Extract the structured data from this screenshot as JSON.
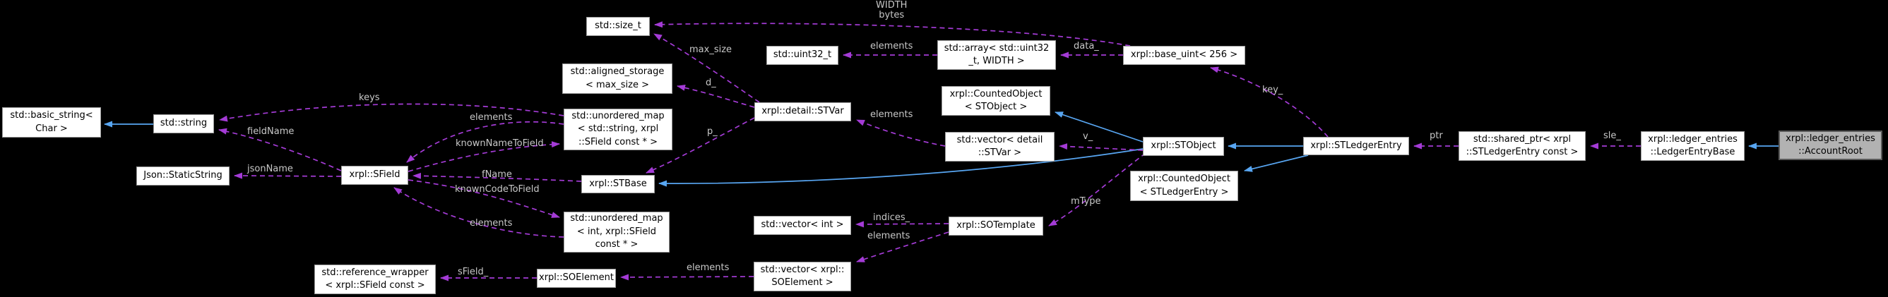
{
  "diagram": {
    "type": "collaboration-graph",
    "target_node": "xrpl::ledger_entries::AccountRoot"
  },
  "colors": {
    "background": "#000000",
    "node_fill": "#ffffff",
    "node_border": "#9a9a9a",
    "target_node_fill": "#b2b2b2",
    "inheritance_edge": "#58a6f2",
    "usage_edge": "#a43bd6",
    "edge_label_text": "#c8c8c8"
  },
  "nodes": {
    "basic_string": {
      "label": "std::basic_string<\nChar >"
    },
    "string": {
      "label": "std::string"
    },
    "json_static_string": {
      "label": "Json::StaticString"
    },
    "sfield": {
      "label": "xrpl::SField"
    },
    "size_t": {
      "label": "std::size_t"
    },
    "aligned_storage": {
      "label": "std::aligned_storage\n< max_size >"
    },
    "unordered_map_string": {
      "label": "std::unordered_map\n< std::string, xrpl\n::SField const * >"
    },
    "stbase": {
      "label": "xrpl::STBase"
    },
    "unordered_map_int": {
      "label": "std::unordered_map\n< int, xrpl::SField\nconst * >"
    },
    "reference_wrapper": {
      "label": "std::reference_wrapper\n< xrpl::SField const >"
    },
    "soelement": {
      "label": "xrpl::SOElement"
    },
    "uint32_t": {
      "label": "std::uint32_t"
    },
    "stvar": {
      "label": "xrpl::detail::STVar"
    },
    "array_uint32": {
      "label": "std::array< std::uint32\n_t, WIDTH >"
    },
    "counted_object_stobject": {
      "label": "xrpl::CountedObject\n< STObject >"
    },
    "vector_stvar": {
      "label": "std::vector< detail\n::STVar >"
    },
    "vector_int": {
      "label": "std::vector< int >"
    },
    "vector_soelement": {
      "label": "std::vector< xrpl::\nSOElement >"
    },
    "sotemplate": {
      "label": "xrpl::SOTemplate"
    },
    "base_uint": {
      "label": "xrpl::base_uint< 256 >"
    },
    "stobject": {
      "label": "xrpl::STObject"
    },
    "counted_object_stledgerentry": {
      "label": "xrpl::CountedObject\n< STLedgerEntry >"
    },
    "stledgerentry": {
      "label": "xrpl::STLedgerEntry"
    },
    "shared_ptr": {
      "label": "std::shared_ptr< xrpl\n::STLedgerEntry const >"
    },
    "ledger_entry_base": {
      "label": "xrpl::ledger_entries\n::LedgerEntryBase"
    },
    "account_root": {
      "label": "xrpl::ledger_entries\n::AccountRoot"
    }
  },
  "edge_labels": {
    "keys": "keys",
    "elements_map_string": "elements",
    "known_name_to_field": "knownNameToField",
    "field_name": "fieldName",
    "json_name": "jsonName",
    "f_name": "fName",
    "known_code_to_field": "knownCodeToField",
    "elements_map_int": "elements",
    "s_field": "sField_",
    "elements_vector_soelement": "elements",
    "indices": "indices_",
    "elements_sotemplate": "elements",
    "max_size": "max_size",
    "d": "d_",
    "p": "p_",
    "width_bytes": "WIDTH\nbytes",
    "elements_array": "elements",
    "data": "data_",
    "key": "key_",
    "elements_vector_stvar": "elements",
    "v": "v_",
    "m_type": "mType",
    "ptr": "ptr",
    "sle": "sle_"
  }
}
